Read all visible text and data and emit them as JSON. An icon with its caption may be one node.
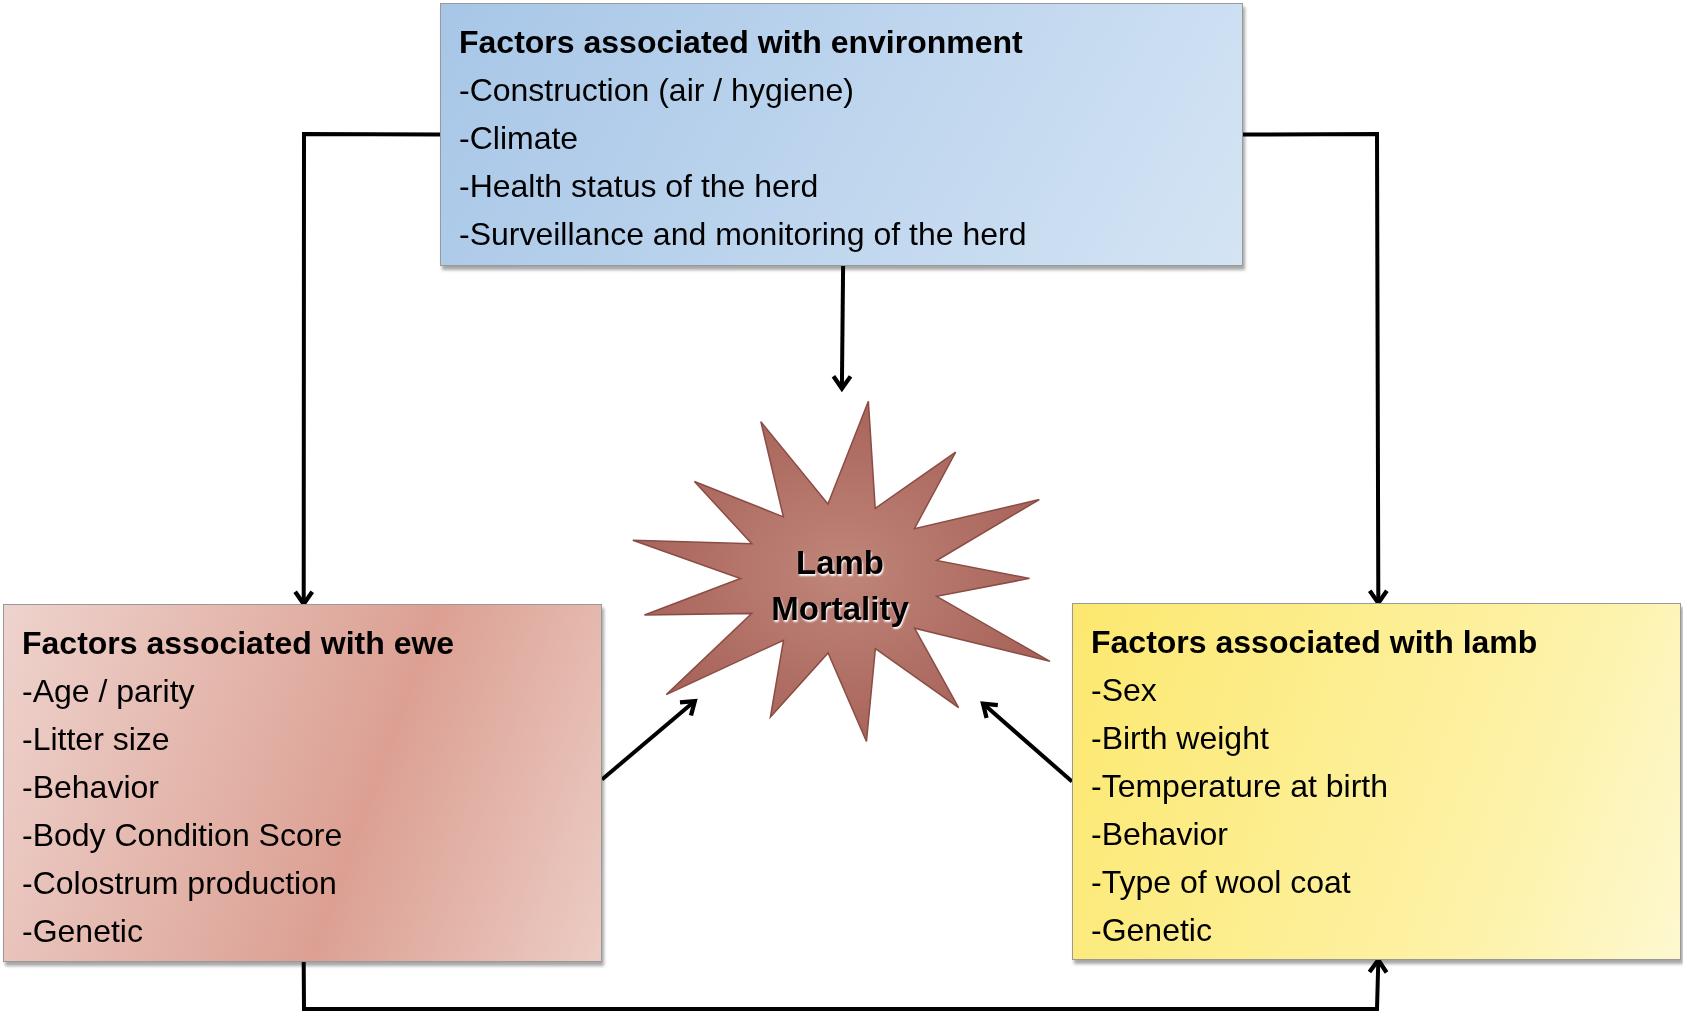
{
  "diagram": {
    "nodes": [
      {
        "text": [
          "Factors associated with environment",
          "-Construction (air / hygiene)",
          "-Climate",
          "-Health status of the herd",
          "-Surveillance and monitoring of the herd"
        ]
      },
      {
        "text": [
          "Lamb Mortality"
        ]
      },
      {
        "text": [
          "Factors associated with ewe",
          "-Age / parity",
          "-Litter size",
          "-Behavior",
          "-Body Condition Score",
          "-Colostrum production",
          "-Genetic"
        ]
      },
      {
        "text": [
          "Factors associated with lamb",
          "-Sex",
          "-Birth weight",
          "-Temperature at birth",
          "-Behavior",
          "-Type of wool coat",
          "-Genetic"
        ]
      }
    ],
    "edges": [
      {
        "from": 0,
        "to": 1,
        "arrow": "to"
      },
      {
        "from": 0,
        "to": 2,
        "arrow": "to"
      },
      {
        "from": 0,
        "to": 3,
        "arrow": "to"
      },
      {
        "from": 2,
        "to": 1,
        "arrow": "to"
      },
      {
        "from": 3,
        "to": 1,
        "arrow": "to"
      },
      {
        "from": 2,
        "to": 3,
        "arrow": "to"
      }
    ]
  }
}
